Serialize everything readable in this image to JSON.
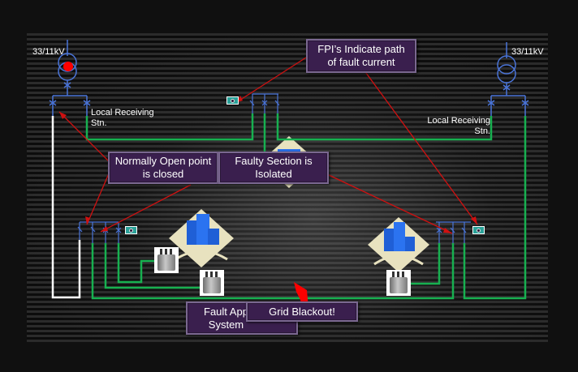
{
  "diagram": {
    "title": "Distribution network fault isolation",
    "left_source": {
      "voltage_label": "33/11kV",
      "station_label": "Local Receiving\nStn.",
      "fault_indicator": "red"
    },
    "right_source": {
      "voltage_label": "33/11kV",
      "station_label": "Local Receiving\nStn."
    },
    "callouts": {
      "fpi": "FPI’s Indicate path\nof fault current",
      "normally_open": "Normally Open point\nis closed",
      "faulty_section": "Faulty Section is\nIsolated",
      "fault_app": "Fault App\nSystem",
      "grid_blackout": "Grid Blackout!"
    },
    "colors": {
      "busbar": "#4a74d8",
      "feeder_live": "#17b050",
      "feeder_dead": "#ffffff",
      "arrow": "#d01010",
      "callout_bg": "#3a1f4e",
      "fpi_box": "#2aa198"
    },
    "icons": [
      "transformer-symbol-icon",
      "circuit-breaker-icon",
      "fault-passage-indicator-icon",
      "city-building-icon",
      "distribution-transformer-icon",
      "lightning-bolt-icon"
    ]
  }
}
